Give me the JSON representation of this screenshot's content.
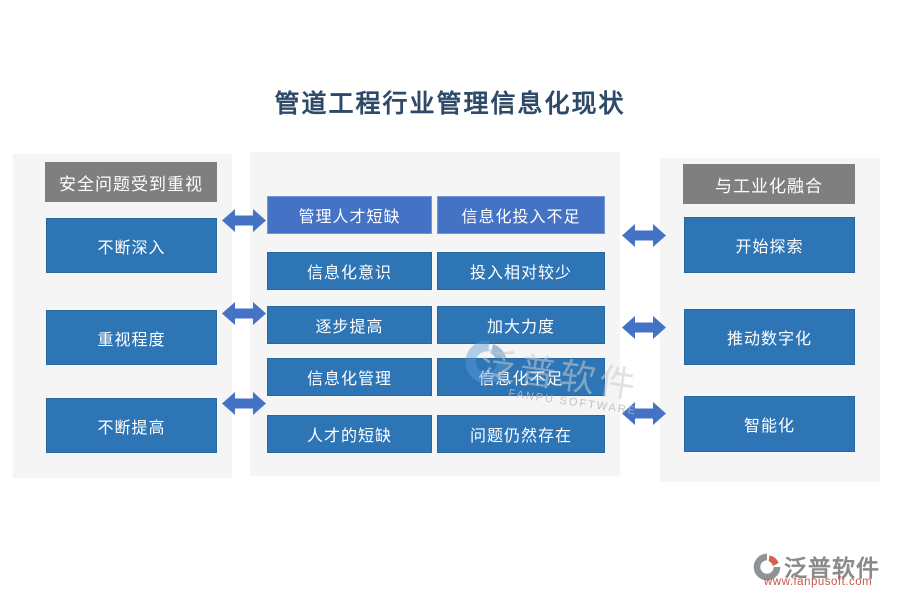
{
  "title": "管道工程行业管理信息化现状",
  "left_panel": {
    "header": "安全问题受到重视",
    "items": [
      "不断深入",
      "重视程度",
      "不断提高"
    ]
  },
  "center_panel": {
    "rows": [
      {
        "left": "管理人才短缺",
        "right": "信息化投入不足"
      },
      {
        "left": "信息化意识",
        "right": "投入相对较少"
      },
      {
        "left": "逐步提高",
        "right": "加大力度"
      },
      {
        "left": "信息化管理",
        "right": "信息化不足"
      },
      {
        "left": "人才的短缺",
        "right": "问题仍然存在"
      }
    ]
  },
  "right_panel": {
    "header": "与工业化融合",
    "items": [
      "开始探索",
      "推动数字化",
      "智能化"
    ]
  },
  "watermark": {
    "cn": "泛普软件",
    "en": "FANPU SOFTWARE"
  },
  "footer_logo": {
    "name": "泛普软件",
    "url": "www.fanpusoft.com"
  },
  "icons": {
    "double_arrow": "double-arrow-icon (↔ two-headed horizontal arrow)",
    "watermark_swirl": "watermark-swirl-icon (blue comma swirl)",
    "fanpu_logo": "fanpu-logo-icon (gray ring with orange crescent)"
  },
  "colors": {
    "title": "#2F4A68",
    "panel_bg": "#F5F5F6",
    "header_gray": "#7F7F7F",
    "button_blue": "#2E75B6",
    "button_blue_alt": "#4472C4",
    "arrow_blue": "#4472C4",
    "logo_text": "#8A8A8A",
    "logo_url": "#C9584A"
  }
}
